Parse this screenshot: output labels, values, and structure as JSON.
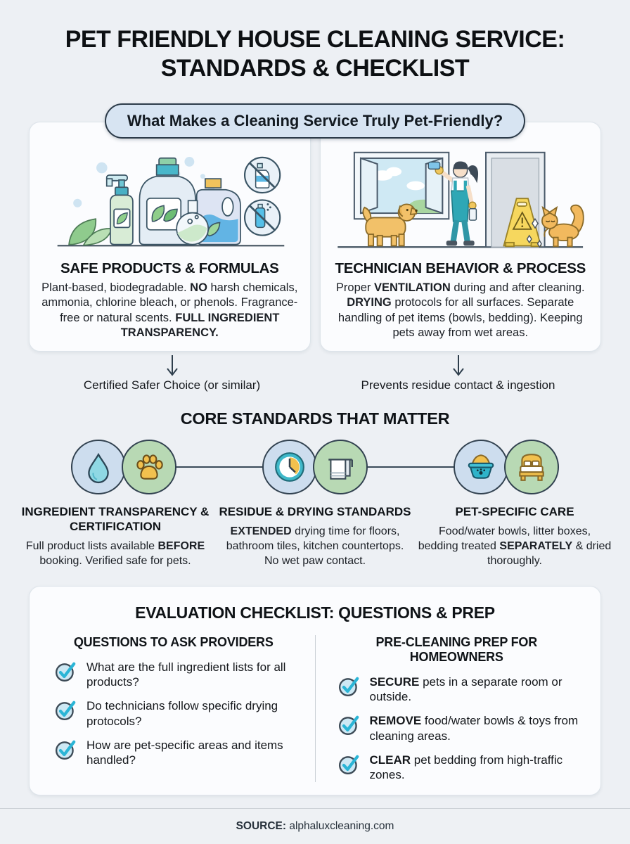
{
  "page": {
    "title_line1": "PET FRIENDLY HOUSE CLEANING SERVICE:",
    "title_line2": "STANDARDS & CHECKLIST",
    "banner": "What Makes a Cleaning Service Truly Pet-Friendly?",
    "source_segments": [
      {
        "t": "SOURCE:",
        "b": true
      },
      {
        "t": " alphaluxcleaning.com"
      }
    ]
  },
  "colors": {
    "page_bg": "#edf0f4",
    "banner_bg": "#d7e4f2",
    "outline_dark": "#2c3b49",
    "circle_blue": "#cdddee",
    "circle_green": "#b8d9b4",
    "check_teal": "#2bb5d6",
    "accent_teal": "#3fb8c9",
    "accent_yellow": "#f2c14e"
  },
  "top_cards": [
    {
      "illustration": "eco-cleaning-products",
      "heading": "SAFE PRODUCTS & FORMULAS",
      "body_segments": [
        {
          "t": "Plant-based, biodegradable. "
        },
        {
          "t": "NO",
          "b": true
        },
        {
          "t": " harsh chemicals, ammonia, chlorine bleach, or phenols. Fragrance-free or natural scents. "
        },
        {
          "t": "FULL INGREDIENT TRANSPARENCY.",
          "b": true
        }
      ],
      "arrow_note": "Certified Safer Choice (or similar)"
    },
    {
      "illustration": "technician-cleaning-scene",
      "heading": "TECHNICIAN BEHAVIOR & PROCESS",
      "body_segments": [
        {
          "t": "Proper "
        },
        {
          "t": "VENTILATION",
          "b": true
        },
        {
          "t": " during and after cleaning. "
        },
        {
          "t": "DRYING",
          "b": true
        },
        {
          "t": " protocols for all surfaces. Separate handling of pet items (bowls, bedding). Keeping pets away from wet areas."
        }
      ],
      "arrow_note": "Prevents residue contact & ingestion"
    }
  ],
  "core_standards": {
    "title": "CORE STANDARDS THAT MATTER",
    "items": [
      {
        "icons": [
          "water-drop",
          "paw-print"
        ],
        "heading": "INGREDIENT TRANSPARENCY & CERTIFICATION",
        "body_segments": [
          {
            "t": "Full product lists available "
          },
          {
            "t": "BEFORE",
            "b": true
          },
          {
            "t": " booking. Verified safe for pets."
          }
        ]
      },
      {
        "icons": [
          "clock",
          "towel"
        ],
        "heading": "RESIDUE & DRYING STANDARDS",
        "body_segments": [
          {
            "t": "EXTENDED",
            "b": true
          },
          {
            "t": " drying time for floors, bathroom tiles, kitchen countertops. No wet paw contact."
          }
        ]
      },
      {
        "icons": [
          "pet-bowl",
          "pet-bed"
        ],
        "heading": "PET-SPECIFIC CARE",
        "body_segments": [
          {
            "t": "Food/water bowls, litter boxes, bedding treated "
          },
          {
            "t": "SEPARATELY",
            "b": true
          },
          {
            "t": " & dried thoroughly."
          }
        ]
      }
    ]
  },
  "checklist": {
    "title": "EVALUATION CHECKLIST: QUESTIONS & PREP",
    "columns": [
      {
        "heading": "QUESTIONS TO ASK PROVIDERS",
        "items": [
          [
            {
              "t": "What are the full ingredient lists for all products?"
            }
          ],
          [
            {
              "t": "Do technicians follow specific drying protocols?"
            }
          ],
          [
            {
              "t": "How are pet-specific areas and items handled?"
            }
          ]
        ]
      },
      {
        "heading": "PRE-CLEANING PREP FOR HOMEOWNERS",
        "items": [
          [
            {
              "t": "SECURE",
              "b": true
            },
            {
              "t": " pets in a separate room or outside."
            }
          ],
          [
            {
              "t": "REMOVE",
              "b": true
            },
            {
              "t": " food/water bowls & toys from cleaning areas."
            }
          ],
          [
            {
              "t": "CLEAR",
              "b": true
            },
            {
              "t": " pet bedding from high-traffic zones."
            }
          ]
        ]
      }
    ]
  }
}
